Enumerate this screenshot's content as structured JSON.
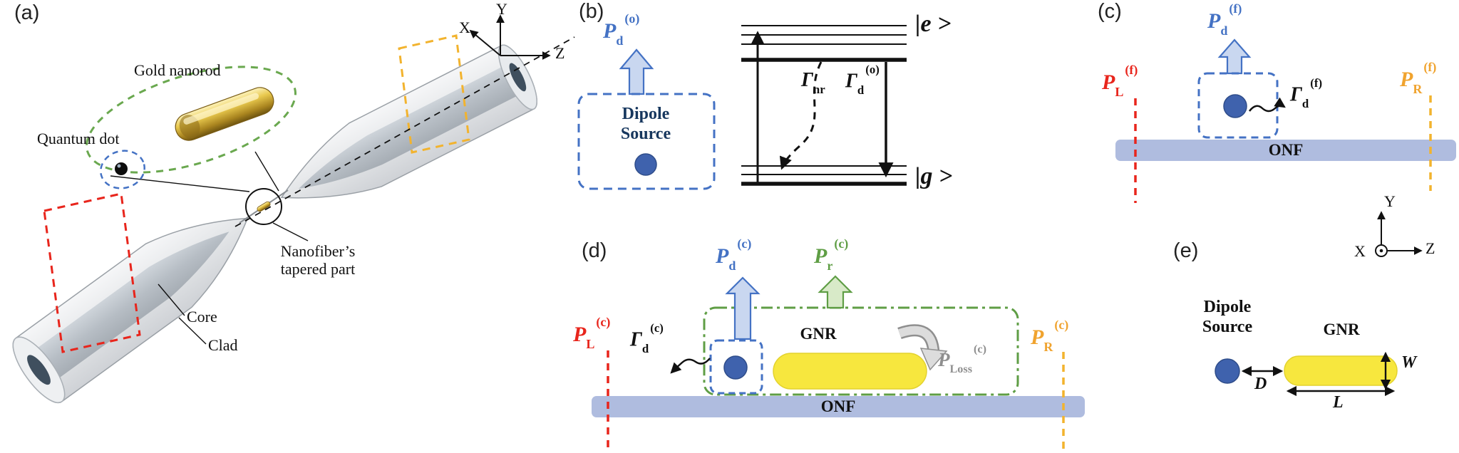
{
  "colors": {
    "blue": "#4472C4",
    "light_blue_fill": "#C9D7F0",
    "green": "#5F9E45",
    "light_green_fill": "#D8EAC8",
    "red": "#E8251C",
    "yellow": "#F2B32E",
    "gray": "#8F8F8F",
    "onf_bar": "#AFBCDF",
    "gnr_yellow": "#F7E73E",
    "dipole_blue": "#3F62AD",
    "gold": "#D9B64A"
  },
  "panel_a": {
    "tag": "(a)",
    "gold_nanorod": "Gold nanorod",
    "quantum_dot": "Quantum dot",
    "taper_line1": "Nanofiber’s",
    "taper_line2": "tapered part",
    "core": "Core",
    "clad": "Clad",
    "axis_x": "X",
    "axis_y": "Y",
    "axis_z": "Z"
  },
  "panel_b": {
    "tag": "(b)",
    "p_d": {
      "base": "P",
      "sub": "d",
      "sup": "(o)"
    },
    "dipole_line1": "Dipole",
    "dipole_line2": "Source",
    "gamma_nr": {
      "base": "Γ",
      "sub": "nr"
    },
    "gamma_d": {
      "base": "Γ",
      "sub": "d",
      "sup": "(o)"
    },
    "ket_e": "|e >",
    "ket_g": "|g >"
  },
  "panel_c": {
    "tag": "(c)",
    "p_d": {
      "base": "P",
      "sub": "d",
      "sup": "(f)"
    },
    "p_l": {
      "base": "P",
      "sub": "L",
      "sup": "(f)"
    },
    "p_r": {
      "base": "P",
      "sub": "R",
      "sup": "(f)"
    },
    "gamma_d": {
      "base": "Γ",
      "sub": "d",
      "sup": "(f)"
    },
    "onf": "ONF",
    "axis_x": "X",
    "axis_y": "Y",
    "axis_z": "Z"
  },
  "panel_d": {
    "tag": "(d)",
    "p_d": {
      "base": "P",
      "sub": "d",
      "sup": "(c)"
    },
    "p_r_rad": {
      "base": "P",
      "sub": "r",
      "sup": "(c)"
    },
    "p_l": {
      "base": "P",
      "sub": "L",
      "sup": "(c)"
    },
    "p_r": {
      "base": "P",
      "sub": "R",
      "sup": "(c)"
    },
    "gamma_d": {
      "base": "Γ",
      "sub": "d",
      "sup": "(c)"
    },
    "p_loss": {
      "base": "P",
      "sub": "Loss",
      "sup": "(c)"
    },
    "gnr": "GNR",
    "onf": "ONF"
  },
  "panel_e": {
    "tag": "(e)",
    "dipole_line1": "Dipole",
    "dipole_line2": "Source",
    "gnr": "GNR",
    "dim_d": "D",
    "dim_l": "L",
    "dim_w": "W"
  }
}
